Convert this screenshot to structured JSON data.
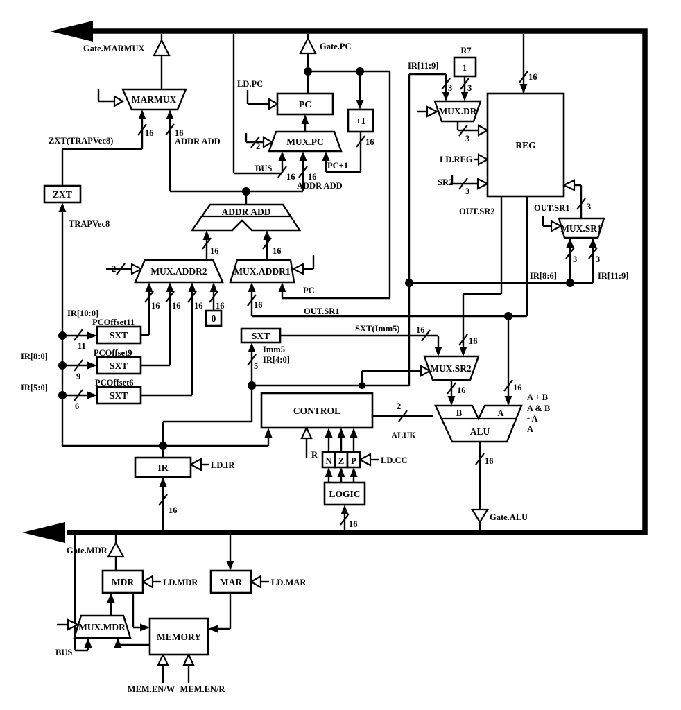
{
  "components": {
    "marmux": "MARMUX",
    "mux_pc": "MUX.PC",
    "pc": "PC",
    "plus1": "+1",
    "zxt": "ZXT",
    "addr_add": "ADDR ADD",
    "mux_addr2": "MUX.ADDR2",
    "mux_addr1": "MUX.ADDR1",
    "sxt11": "SXT",
    "sxt9": "SXT",
    "sxt6": "SXT",
    "sxt_imm": "SXT",
    "zero_const": "0",
    "reg": "REG",
    "mux_dr": "MUX.DR",
    "r7_const": "1",
    "mux_sr1": "MUX.SR1",
    "mux_sr2": "MUX.SR2",
    "alu": "ALU",
    "alu_b": "B",
    "alu_a": "A",
    "control": "CONTROL",
    "ir": "IR",
    "logic": "LOGIC",
    "n": "N",
    "z": "Z",
    "p": "P",
    "mdr": "MDR",
    "mar": "MAR",
    "memory": "MEMORY",
    "mux_mdr": "MUX.MDR"
  },
  "signals": {
    "gate_marmux": "Gate.MARMUX",
    "gate_pc": "Gate.PC",
    "gate_alu": "Gate.ALU",
    "gate_mdr": "Gate.MDR",
    "ld_pc": "LD.PC",
    "ld_reg": "LD.REG",
    "ld_ir": "LD.IR",
    "ld_cc": "LD.CC",
    "ld_mdr": "LD.MDR",
    "ld_mar": "LD.MAR",
    "bus": "BUS",
    "bus_bottom": "BUS",
    "pc_plus_1": "PC+1",
    "addr_add_1": "ADDR ADD",
    "addr_add_2": "ADDR ADD",
    "zxt_trapvec8": "ZXT(TRAPVec8)",
    "trapvec8": "TRAPVec8",
    "r7": "R7",
    "ir_10_0": "IR[10:0]",
    "ir_8_0": "IR[8:0]",
    "ir_5_0": "IR[5:0]",
    "pcoffset11": "PCOffset11",
    "pcoffset9": "PCOffset9",
    "pcoffset6": "PCOffset6",
    "pc_label": "PC",
    "out_sr1_a": "OUT.SR1",
    "out_sr1_b": "OUT.SR1",
    "out_sr2": "OUT.SR2",
    "sxt_imm5": "SXT(Imm5)",
    "imm5": "Imm5",
    "ir_4_0": "IR[4:0]",
    "ir_11_9_top": "IR[11:9]",
    "ir_11_9_right": "IR[11:9]",
    "ir_8_6": "IR[8:6]",
    "sr2": "SR2",
    "r": "R",
    "aluk": "ALUK",
    "alu_ops": [
      "A + B",
      "A & B",
      "~A",
      "A"
    ],
    "mem_en_w": "MEM.EN/W",
    "mem_en_r": "MEM.EN/R"
  },
  "widths": {
    "w16": "16",
    "w3": "3",
    "w2": "2",
    "w11": "11",
    "w9": "9",
    "w6": "6",
    "w5": "5"
  }
}
